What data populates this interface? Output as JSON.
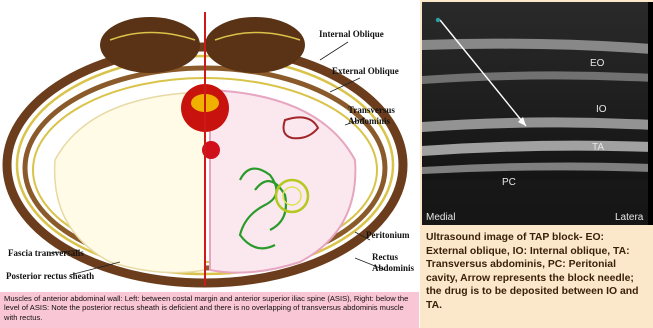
{
  "left_panel": {
    "labels": {
      "internal_oblique": "Internal Oblique",
      "external_oblique": "External Oblique",
      "transversus": "Transversus",
      "abdominis": "Abdominis",
      "peritonium": "Peritonium",
      "rectus": "Rectus",
      "rectus_abdominis": "Abdominis",
      "fascia_transversalis": "Fascia transversalis",
      "posterior_rectus_sheath": "Posterior rectus sheath"
    },
    "caption": "Muscles of anterior abdominal wall: Left: between costal margin and anterior superior iliac spine (ASIS), Right: below the level of ASIS: Note the posterior rectus sheath is deficient and there is no overlapping of transversus abdominis muscle with rectus."
  },
  "right_panel": {
    "ultrasound_labels": {
      "eo": "EO",
      "io": "IO",
      "ta": "TA",
      "pc": "PC",
      "medial": "Medial",
      "lateral": "Latera"
    },
    "caption": "Ultrasound image of TAP block- EO: External oblique, IO: Internal oblique, TA: Transversus abdominis, PC: Peritonial cavity, Arrow represents the block needle; the drug is to be deposited between IO and TA."
  },
  "colors": {
    "left_caption_bg": "#f9c6d6",
    "right_panel_bg": "#fbe7c9",
    "muscle_brown": "#6b3d1c",
    "fascia_yellow": "#d9c34a",
    "vertebra_red": "#c8120e",
    "midline_red": "#cc1a1a",
    "bowel_green": "#2a9a2a"
  }
}
